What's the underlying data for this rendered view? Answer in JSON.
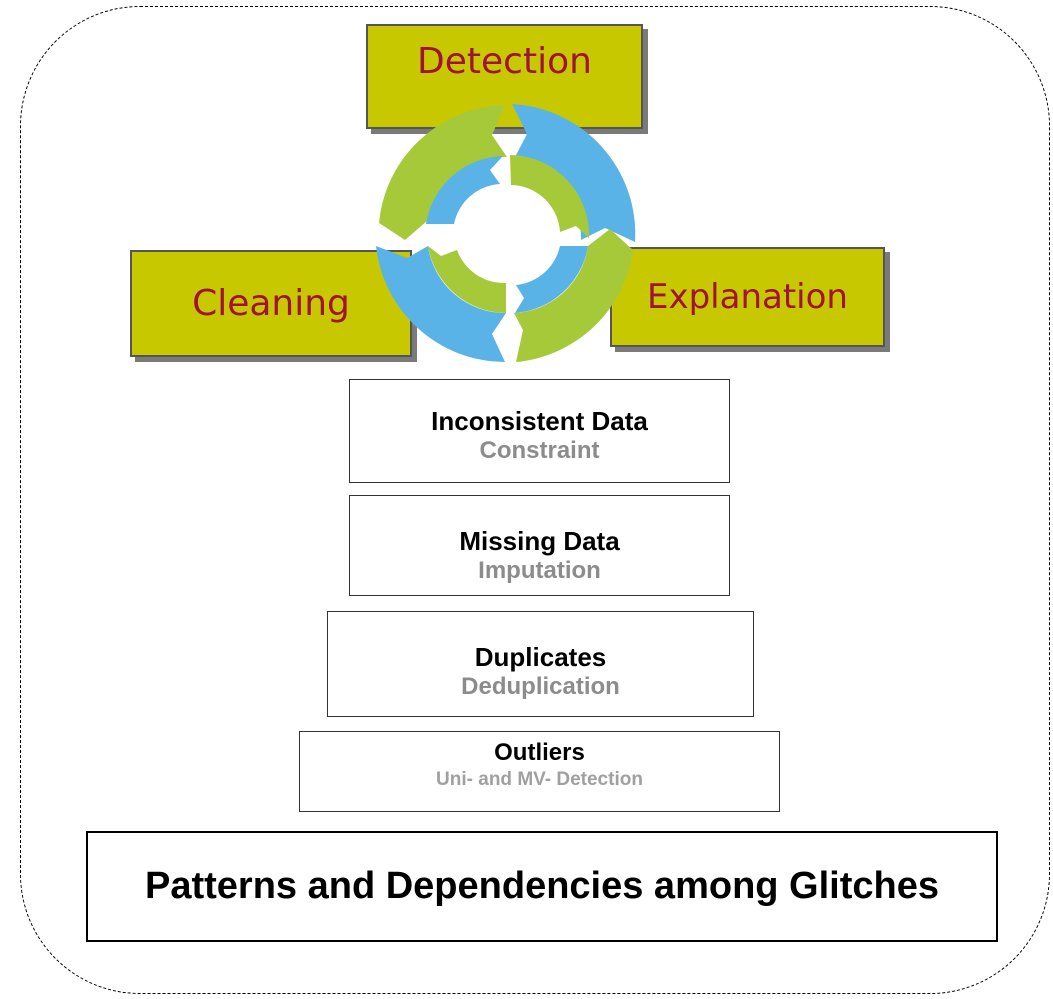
{
  "cycle": {
    "stages": {
      "detection": "Detection",
      "cleaning": "Cleaning",
      "explanation": "Explanation"
    },
    "colors": {
      "stage_fill": "#c8c800",
      "stage_text": "#a0123a",
      "arrow_green": "#a6c93a",
      "arrow_blue": "#5ab3e6"
    }
  },
  "pyramid": {
    "layers": [
      {
        "title": "Inconsistent Data",
        "method": "Constraint"
      },
      {
        "title": "Missing Data",
        "method": "Imputation"
      },
      {
        "title": "Duplicates",
        "method": "Deduplication"
      },
      {
        "title": "Outliers",
        "method": "Uni- and MV- Detection"
      }
    ],
    "base": "Patterns and Dependencies among Glitches"
  }
}
